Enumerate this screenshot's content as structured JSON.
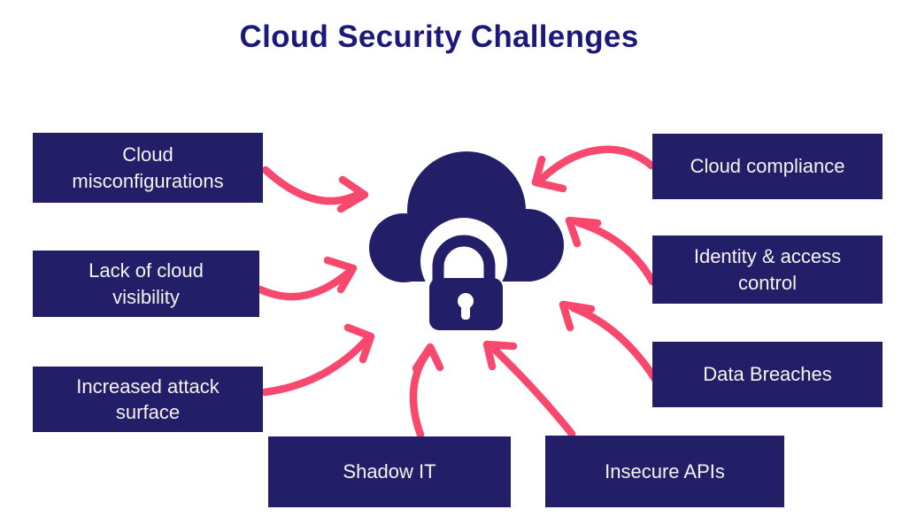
{
  "title": "Cloud Security Challenges",
  "colors": {
    "navy_box": "#221e68",
    "navy_title": "#1b1a7c",
    "accent_pink": "#f9486e",
    "box_text": "#f6f3ee",
    "background": "#ffffff"
  },
  "center_icon": "cloud-lock-icon",
  "challenges": {
    "left": [
      {
        "label": "Cloud\nmisconfigurations"
      },
      {
        "label": "Lack of cloud\nvisibility"
      },
      {
        "label": "Increased attack\nsurface"
      }
    ],
    "right": [
      {
        "label": "Cloud compliance"
      },
      {
        "label": "Identity & access\ncontrol"
      },
      {
        "label": "Data Breaches"
      }
    ],
    "bottom": [
      {
        "label": "Shadow IT"
      },
      {
        "label": "Insecure APIs"
      }
    ]
  }
}
